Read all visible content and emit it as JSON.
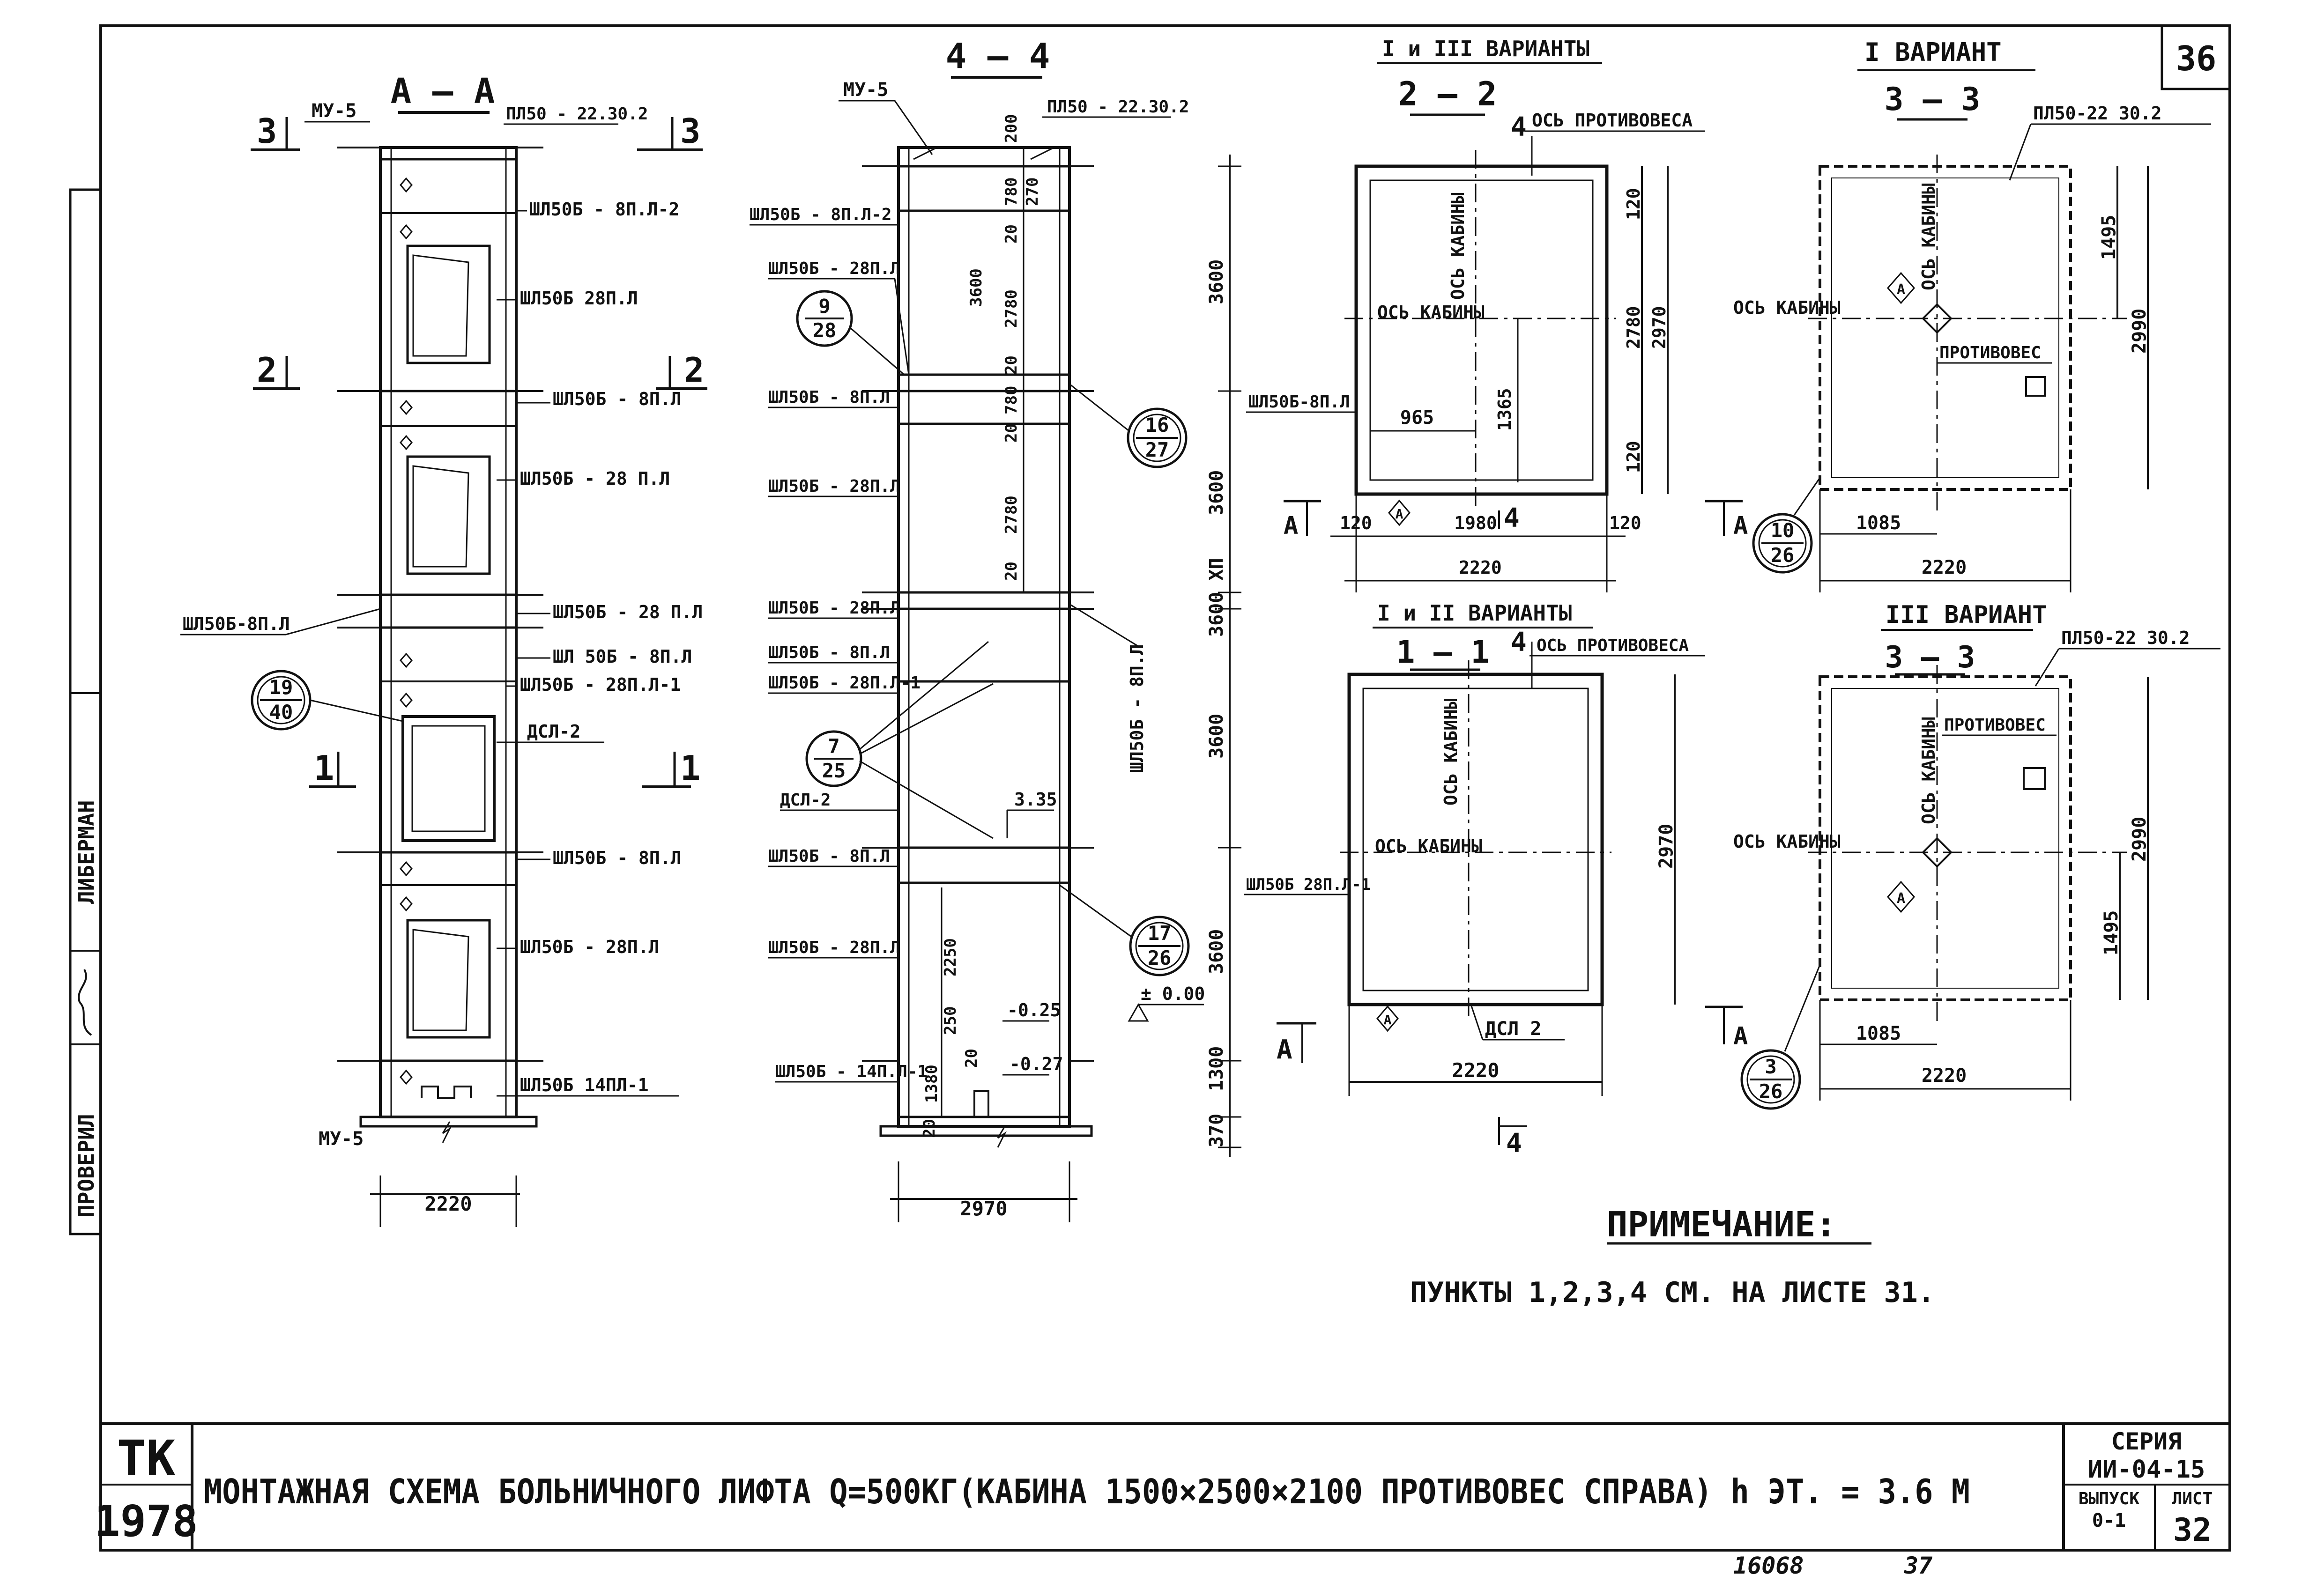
{
  "side_stamp": {
    "role_label": "ПРОВЕРИЛ",
    "name": "ЛИБЕРМАН"
  },
  "sheet_corner_number": "36",
  "view_aa": {
    "title": "А — А",
    "cut_3_label": "3",
    "cut_2_label": "2",
    "cut_1_label": "1",
    "top_left_label": "МУ-5",
    "top_right_label": "ПЛ50 - 22.30.2",
    "labels_right": [
      "ШЛ50Б - 8П.Л-2",
      "ШЛ50Б 28П.Л",
      "ШЛ50Б - 8П.Л",
      "ШЛ50Б - 28 П.Л",
      "ШЛ50Б - 28 П.Л",
      "ШЛ 50Б - 8П.Л",
      "ШЛ50Б - 28П.Л-1",
      "ДСЛ-2",
      "ШЛ50Б - 8П.Л",
      "ШЛ50Б - 28П.Л",
      "ШЛ50Б 14ПЛ-1"
    ],
    "label_left": "ШЛ50Б-8П.Л",
    "callout": {
      "num": "19",
      "den": "40"
    },
    "bottom_label": "МУ-5",
    "dim_width": "2220"
  },
  "view_44": {
    "title": "4 — 4",
    "top_left_label": "МУ-5",
    "top_right_label": "ПЛ50 - 22.30.2",
    "labels_left": [
      "ШЛ50Б - 8П.Л-2",
      "ШЛ50Б - 28П.Л",
      "ШЛ50Б - 8П.Л",
      "ШЛ50Б - 28П.Л",
      "ШЛ50Б - 28П.Л",
      "ШЛ50Б - 8П.Л",
      "ШЛ50Б - 28П.Л-1",
      "ДСЛ-2",
      "ШЛ50Б - 8П.Л",
      "ШЛ50Б - 28П.Л",
      "ШЛ50Б - 14П.Л-1"
    ],
    "label_right_vertical": "ШЛ50Б - 8П.Л",
    "callouts": [
      {
        "num": "9",
        "den": "28"
      },
      {
        "num": "16",
        "den": "27"
      },
      {
        "num": "7",
        "den": "25"
      },
      {
        "num": "17",
        "den": "26"
      }
    ],
    "inner_dims": [
      "200",
      "780",
      "270",
      "20",
      "3600",
      "2780",
      "20",
      "780",
      "20",
      "2780",
      "20",
      "2250",
      "250",
      "20",
      "1380",
      "20"
    ],
    "level_marks": [
      "3.35",
      "± 0.00",
      "-0.25",
      "-0.27"
    ],
    "outer_dims": [
      "3600",
      "3600",
      "3600 ХП",
      "3600",
      "3600",
      "1300",
      "370"
    ],
    "dim_width": "2970"
  },
  "plan_22": {
    "variant_title": "I и III ВАРИАНТЫ",
    "title": "2 — 2",
    "axis_counterweight": "ОСЬ ПРОТИВОВЕСА",
    "axis_cabin_vertical": "ОСЬ КАБИНЫ",
    "axis_cabin_horizontal": "ОСЬ КАБИНЫ",
    "left_label": "ШЛ50Б-8П.Л",
    "dims": [
      "965",
      "1365",
      "120",
      "2780",
      "2970",
      "120",
      "120",
      "1980",
      "120",
      "2220"
    ],
    "section_mark": "А",
    "section_4": "4",
    "symbol": "А"
  },
  "plan_11": {
    "variant_title": "I и II ВАРИАНТЫ",
    "title": "1 — 1",
    "axis_counterweight": "ОСЬ ПРОТИВОВЕСА",
    "axis_cabin_vertical": "ОСЬ КАБИНЫ",
    "axis_cabin_horizontal": "ОСЬ КАБИНЫ",
    "left_label": "ШЛ50Б 28П.Л-1",
    "door_label": "ДСЛ 2",
    "dims": [
      "2970",
      "2220"
    ],
    "section_mark": "А",
    "section_4": "4",
    "symbol": "А"
  },
  "plan_33_v1": {
    "variant_title": "I ВАРИАНТ",
    "title": "3 — 3",
    "top_label": "ПЛ50-22 30.2",
    "axis_cabin_vertical": "ОСЬ КАБИНЫ",
    "axis_cabin_horizontal": "ОСЬ КАБИНЫ",
    "counterweight": "ПРОТИВОВЕС",
    "dims": [
      "1495",
      "2990",
      "1085",
      "2220"
    ],
    "callout": {
      "num": "10",
      "den": "26"
    },
    "symbol": "А"
  },
  "plan_33_v3": {
    "variant_title": "III ВАРИАНТ",
    "title": "3 — 3",
    "top_label": "ПЛ50-22 30.2",
    "axis_cabin_vertical": "ОСЬ КАБИНЫ",
    "axis_cabin_horizontal": "ОСЬ КАБИНЫ",
    "counterweight": "ПРОТИВОВЕС",
    "dims": [
      "2990",
      "1495",
      "1085",
      "2220"
    ],
    "callout": {
      "num": "3",
      "den": "26"
    },
    "symbol": "А"
  },
  "note": {
    "heading": "ПРИМЕЧАНИЕ:",
    "text": "ПУНКТЫ 1,2,3,4 СМ. НА ЛИСТЕ 31."
  },
  "title_block": {
    "org_top": "ТК",
    "org_bottom": "1978",
    "title": "МОНТАЖНАЯ СХЕМА БОЛЬНИЧНОГО ЛИФТА Q=500КГ(КАБИНА 1500×2500×2100 ПРОТИВОВЕС СПРАВА) h ЭТ. = 3.6 М",
    "series_label": "СЕРИЯ",
    "series_value": "ИИ-04-15",
    "issue_label": "ВЫПУСК",
    "issue_value": "0-1",
    "sheet_label": "ЛИСТ",
    "sheet_value": "32",
    "bottom_codes": [
      "16068",
      "37"
    ]
  }
}
